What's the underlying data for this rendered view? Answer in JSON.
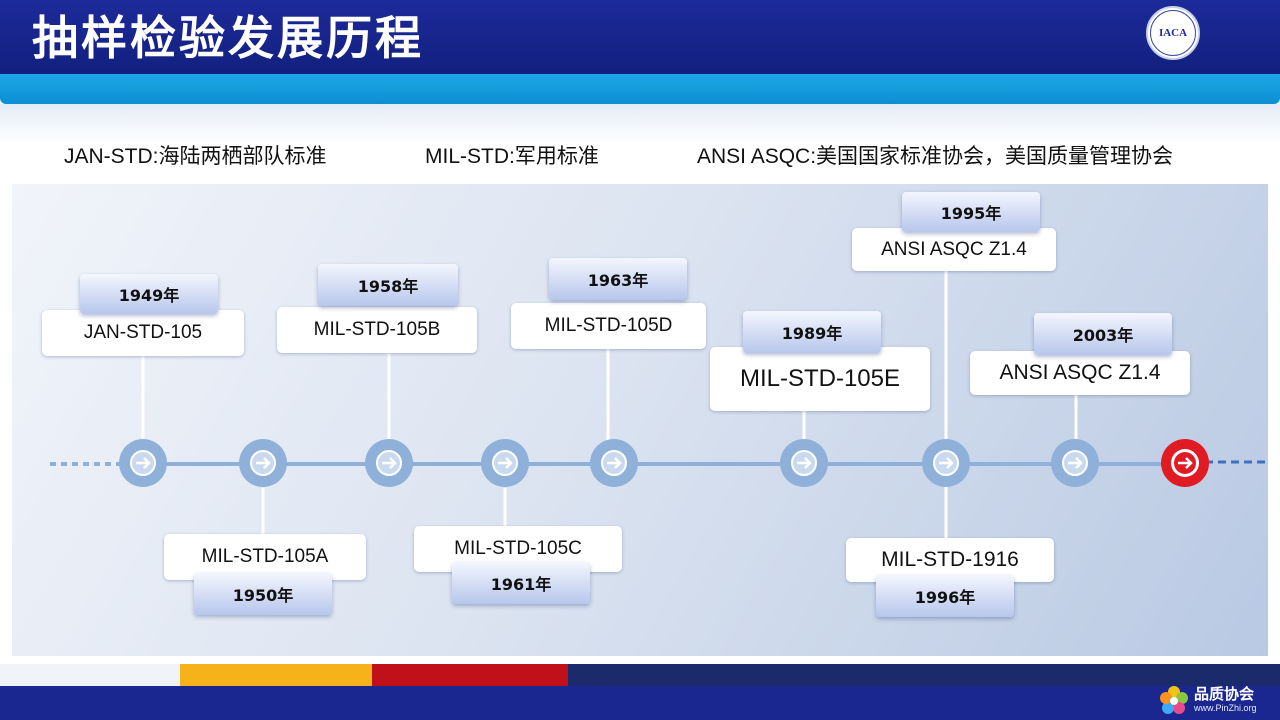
{
  "header": {
    "title": "抽样检验发展历程",
    "logo_text": "IACA"
  },
  "legend": [
    "JAN-STD:海陆两栖部队标准",
    "MIL-STD:军用标准",
    "ANSI ASQC:美国国家标准协会，美国质量管理协会"
  ],
  "events": [
    {
      "year": "1949年",
      "standard": "JAN-STD-105"
    },
    {
      "year": "1950年",
      "standard": "MIL-STD-105A"
    },
    {
      "year": "1958年",
      "standard": "MIL-STD-105B"
    },
    {
      "year": "1961年",
      "standard": "MIL-STD-105C"
    },
    {
      "year": "1963年",
      "standard": "MIL-STD-105D"
    },
    {
      "year": "1989年",
      "standard": "MIL-STD-105E"
    },
    {
      "year": "1995年",
      "standard": "ANSI ASQC Z1.4"
    },
    {
      "year": "1996年",
      "standard": "MIL-STD-1916"
    },
    {
      "year": "2003年",
      "standard": "ANSI ASQC Z1.4"
    }
  ],
  "footer": {
    "brand_name": "品质协会",
    "brand_url": "www.PinZhi.org"
  },
  "colors": {
    "header": "#1b2790",
    "accent_band": "#1ea7e6",
    "timeline_line": "#8fb0d8",
    "node": "#8fb0d8",
    "end_node": "#e01b24",
    "strip": [
      "#f2f4f8",
      "#f5b21a",
      "#c0101a",
      "#1b2a6b"
    ]
  },
  "icons": {
    "node": "arrow-right-circle-icon",
    "end": "arrow-right-circle-icon"
  }
}
